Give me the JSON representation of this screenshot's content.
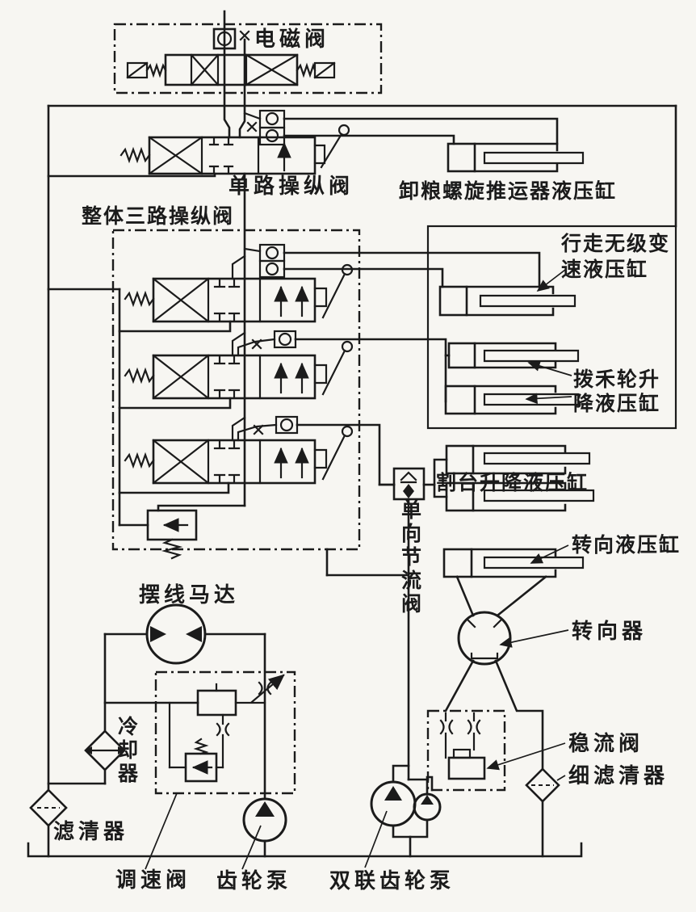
{
  "colors": {
    "ink": "#1b1b1b",
    "paper": "#f7f6f2"
  },
  "labels": {
    "solenoid_valve": "电磁阀",
    "single_control_valve": "单路操纵阀",
    "three_way_control_valve": "整体三路操纵阀",
    "grain_auger_cylinder": "卸粮螺旋推运器液压缸",
    "travel_cylinder_line1": "行走无级变",
    "travel_cylinder_line2": "速液压缸",
    "reel_cylinder_line1": "拨禾轮升",
    "reel_cylinder_line2": "降液压缸",
    "header_cylinder": "割台升降液压缸",
    "one_way_throttle": "单向节流阀",
    "steering_cylinder": "转向液压缸",
    "steering_unit": "转向器",
    "cycloid_motor": "摆线马达",
    "cooler": "冷却器",
    "flow_stabilizer_valve": "稳流阀",
    "fine_filter": "细滤清器",
    "filter": "滤清器",
    "speed_control_valve": "调速阀",
    "gear_pump": "齿轮泵",
    "double_gear_pump": "双联齿轮泵"
  }
}
